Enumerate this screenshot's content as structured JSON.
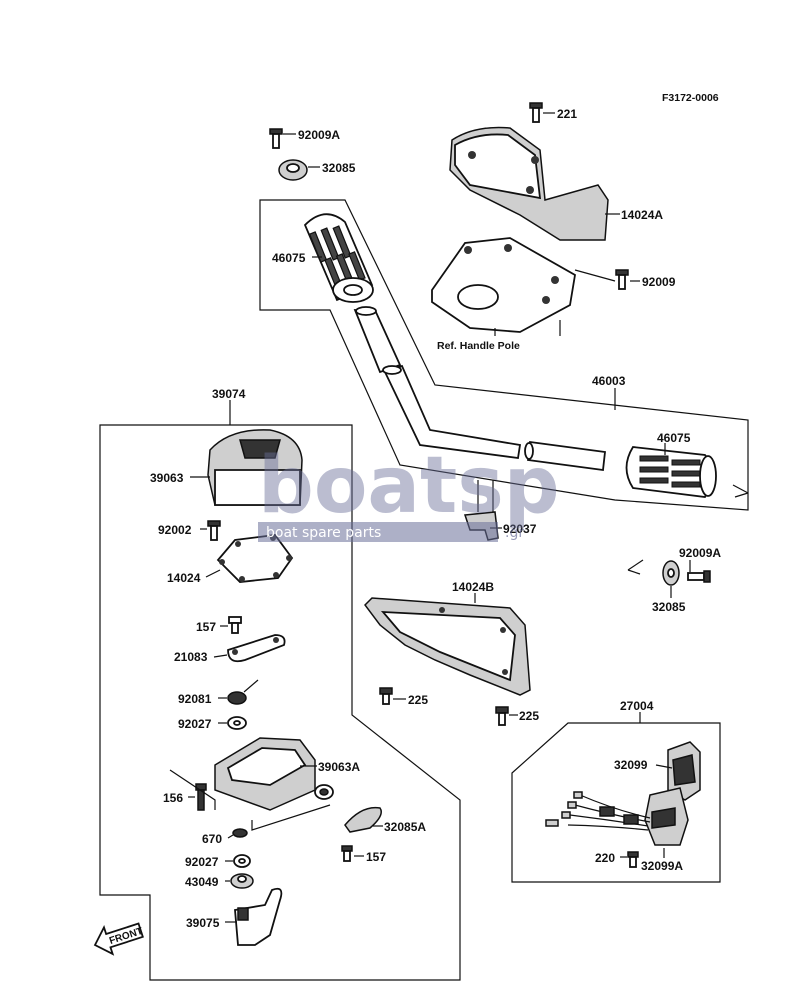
{
  "figure_code": "F3172-0006",
  "reference_note": "Ref. Handle Pole",
  "front_marker": "FRONT",
  "watermark": {
    "brand": "boatsp",
    "tagline": "boat spare parts",
    "suffix": ".gr",
    "color": "#6a6f99"
  },
  "callouts": {
    "c221": "221",
    "c92009A_top": "92009A",
    "c32085_top": "32085",
    "c14024A": "14024A",
    "c46075_left": "46075",
    "c92009": "92009",
    "c46003": "46003",
    "c46075_right": "46075",
    "c39074": "39074",
    "c39063": "39063",
    "c92002": "92002",
    "c14024": "14024",
    "c92037": "92037",
    "c92009A_right": "92009A",
    "c32085_right": "32085",
    "c14024B": "14024B",
    "c157_top": "157",
    "c21083": "21083",
    "c92081": "92081",
    "c92027_top": "92027",
    "c39063A": "39063A",
    "c156": "156",
    "c670": "670",
    "c92027_bottom": "92027",
    "c43049": "43049",
    "c39075": "39075",
    "c32085A": "32085A",
    "c157_bottom": "157",
    "c225_left": "225",
    "c225_right": "225",
    "c27004": "27004",
    "c32099": "32099",
    "c220": "220",
    "c32099A": "32099A"
  }
}
